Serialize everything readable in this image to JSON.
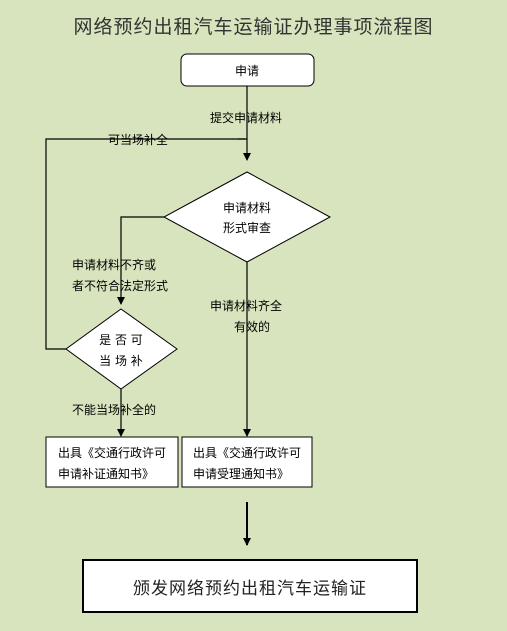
{
  "title": "网络预约出租汽车运输证办理事项流程图",
  "nodes": {
    "apply": "申请",
    "review_line1": "申请材料",
    "review_line2": "形式审查",
    "decision_line1": "是 否 可",
    "decision_line2": "当 场 补",
    "supplement_notice_line1": "出具《交通行政许可",
    "supplement_notice_line2": "申请补证通知书》",
    "accept_notice_line1": "出具《交通行政许可",
    "accept_notice_line2": "申请受理通知书》",
    "issue": "颁发网络预约出租汽车运输证"
  },
  "edges": {
    "submit": "提交申请材料",
    "can_supplement": "可当场补全",
    "incomplete_line1": "申请材料不齐或",
    "incomplete_line2": "者不符合法定形式",
    "complete_line1": "申请材料齐全",
    "complete_line2": "有效的",
    "cannot_supplement": "不能当场补全的"
  },
  "colors": {
    "background": "#d7e4bd",
    "box_fill": "#ffffff",
    "stroke": "#000000"
  }
}
